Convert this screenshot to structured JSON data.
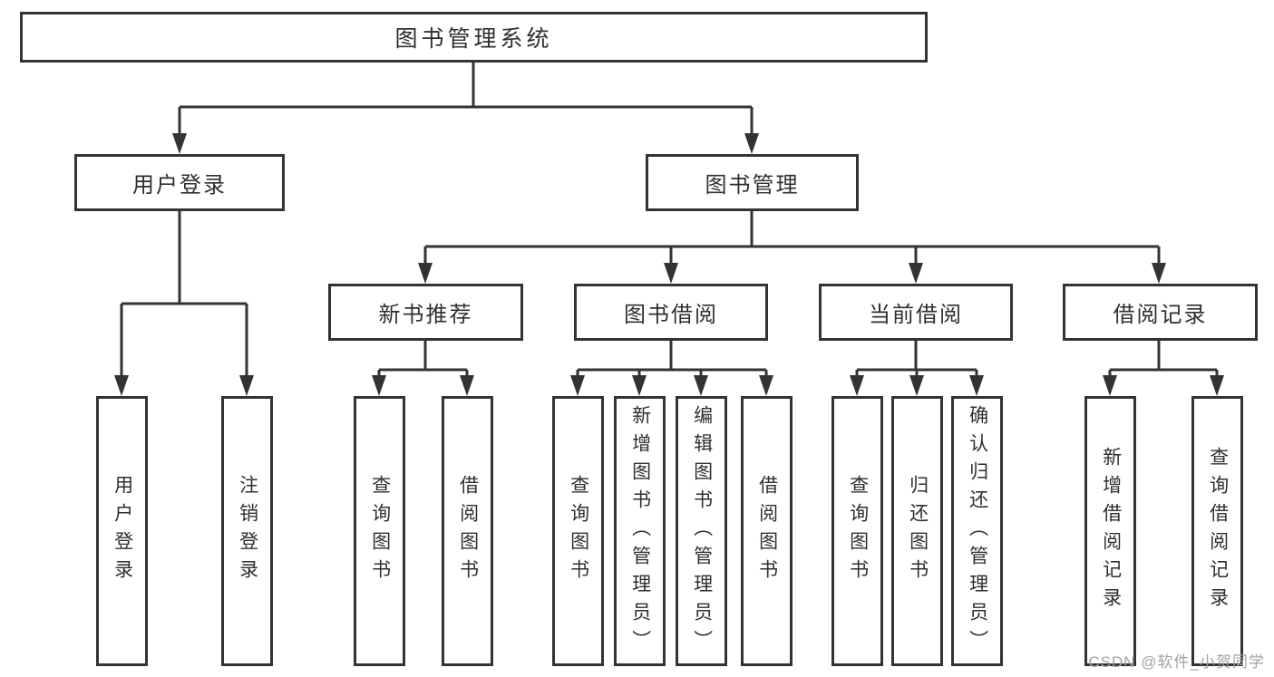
{
  "tree": {
    "root": {
      "label": "图书管理系统"
    },
    "branches": [
      {
        "label": "用户登录",
        "children": [
          "用户登录",
          "注销登录"
        ]
      },
      {
        "label": "图书管理",
        "children": [
          {
            "label": "新书推荐",
            "children": [
              "查询图书",
              "借阅图书"
            ]
          },
          {
            "label": "图书借阅",
            "children": [
              "查询图书",
              "新增图书（管理员）",
              "编辑图书（管理员）",
              "借阅图书"
            ]
          },
          {
            "label": "当前借阅",
            "children": [
              "查询图书",
              "归还图书",
              "确认归还（管理员）"
            ]
          },
          {
            "label": "借阅记录",
            "children": [
              "新增借阅记录",
              "查询借阅记录"
            ]
          }
        ]
      }
    ]
  },
  "watermark": {
    "text": "CSDN @软件_小贺同学"
  },
  "colors": {
    "line": "#333333",
    "text": "#2f2f2f",
    "box_background": "#ffffff",
    "watermark": "#a3a3a3",
    "background": "#ffffff"
  }
}
